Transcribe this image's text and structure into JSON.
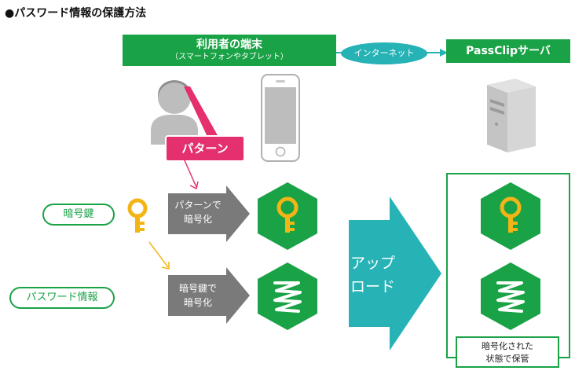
{
  "title": "●パスワード情報の保護方法",
  "header": {
    "user_terminal_title": "利用者の端末",
    "user_terminal_subtitle": "（スマートフォンやタブレット）",
    "internet_label": "インターネット",
    "server_label": "PassClipサーバ"
  },
  "pattern_label": "パターン",
  "inputs": {
    "key_label": "暗号鍵",
    "password_label": "パスワード情報"
  },
  "arrows": {
    "encrypt_with_pattern": [
      "パターンで",
      "暗号化"
    ],
    "encrypt_with_key": [
      "暗号鍵で",
      "暗号化"
    ],
    "upload": [
      "アップ",
      "ロード"
    ]
  },
  "server": {
    "stored_label": [
      "暗号化された",
      "状態で保管"
    ]
  },
  "colors": {
    "green": "#1aa246",
    "teal": "#27b3b6",
    "pink": "#e4306e",
    "gray_arrow": "#7a7a7a",
    "key_yellow": "#f3b516"
  },
  "icons": {
    "person": "person-icon",
    "phone": "smartphone-icon",
    "server": "server-icon",
    "key": "key-icon",
    "password": "password-squiggle-icon"
  }
}
